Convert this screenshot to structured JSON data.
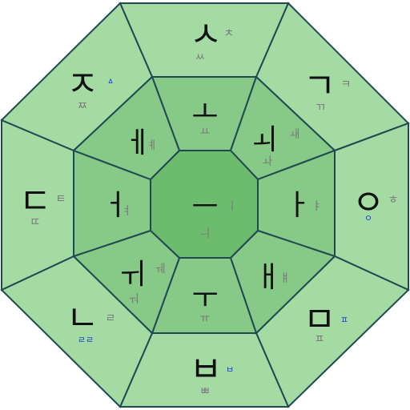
{
  "colors": {
    "outer_fill": "#a3dba3",
    "middle_fill": "#87c987",
    "center_fill": "#6dbb6d",
    "stroke": "#1f4a52",
    "accent_blue": "#1a3fd6"
  },
  "outer_keys": [
    {
      "id": "n",
      "main": "ㅅ",
      "sub": "ㅆ",
      "corner": "ㅊ",
      "blue": ""
    },
    {
      "id": "ne",
      "main": "ㄱ",
      "sub": "ㄲ",
      "corner": "ㅋ",
      "blue": ""
    },
    {
      "id": "e",
      "main": "ㅇ",
      "sub": "ㅎ",
      "corner": "",
      "blue": "ㅇ"
    },
    {
      "id": "se",
      "main": "ㅁ",
      "sub": "ㅍ",
      "corner": "",
      "blue": "ㅍ"
    },
    {
      "id": "s",
      "main": "ㅂ",
      "sub": "ㅃ",
      "corner": "",
      "blue": "ㅂ"
    },
    {
      "id": "sw",
      "main": "ㄴ",
      "sub": "ㄹ",
      "corner": "",
      "blue": "ㄹㄹ"
    },
    {
      "id": "w",
      "main": "ㄷ",
      "sub": "ㄸ",
      "corner": "ㅌ",
      "blue": ""
    },
    {
      "id": "nw",
      "main": "ㅈ",
      "sub": "ㅉ",
      "corner": "",
      "blue": "ㅿ"
    }
  ],
  "middle_keys": [
    {
      "id": "n",
      "main": "ㅗ",
      "sub": "ㅛ"
    },
    {
      "id": "ne",
      "main": "ㅚ",
      "sub": "ㅙ",
      "sub2": "ㅘ"
    },
    {
      "id": "e",
      "main": "ㅏ",
      "sub": "ㅑ"
    },
    {
      "id": "se",
      "main": "ㅐ",
      "sub": "ㅒ"
    },
    {
      "id": "s",
      "main": "ㅜ",
      "sub": "ㅠ"
    },
    {
      "id": "sw",
      "main": "ㅟ",
      "sub": "ㅝ",
      "sub2": "ㅞ"
    },
    {
      "id": "w",
      "main": "ㅓ",
      "sub": "ㅕ"
    },
    {
      "id": "nw",
      "main": "ㅔ",
      "sub": "ㅖ"
    }
  ],
  "center_key": {
    "main": "ㅡ",
    "sub": "ㅣ",
    "sub2": "ㅢ"
  }
}
